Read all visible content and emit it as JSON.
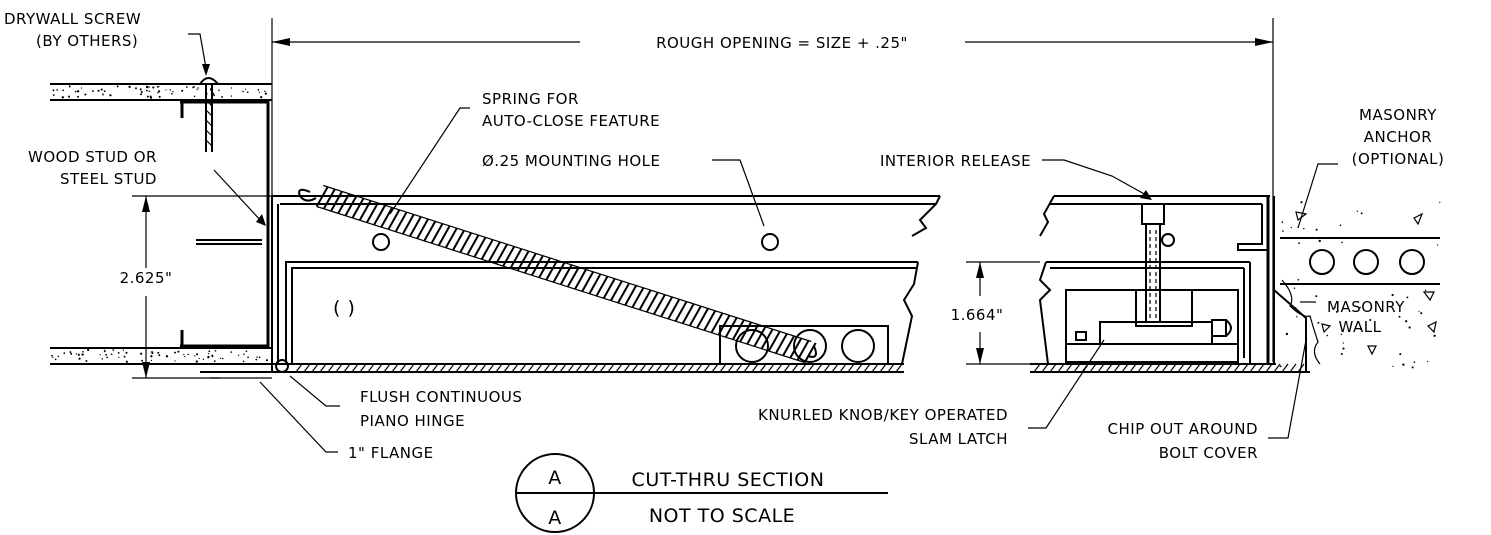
{
  "labels": {
    "drywall_screw_1": "DRYWALL SCREW",
    "drywall_screw_2": "(BY OTHERS)",
    "wood_stud_1": "WOOD STUD OR",
    "wood_stud_2": "STEEL STUD",
    "rough_opening": "ROUGH OPENING = SIZE + .25\"",
    "spring_1": "SPRING FOR",
    "spring_2": "AUTO-CLOSE FEATURE",
    "mounting_hole": "Ø.25 MOUNTING HOLE",
    "interior_release": "INTERIOR RELEASE",
    "masonry_anchor_1": "MASONRY",
    "masonry_anchor_2": "ANCHOR",
    "masonry_anchor_3": "(OPTIONAL)",
    "masonry_wall_1": "MASONRY",
    "masonry_wall_2": "WALL",
    "dim_2625": "2.625\"",
    "dim_1664": "1.664\"",
    "piano_hinge_1": "FLUSH CONTINUOUS",
    "piano_hinge_2": "PIANO HINGE",
    "flange": "1\" FLANGE",
    "slam_latch_1": "KNURLED KNOB/KEY OPERATED",
    "slam_latch_2": "SLAM LATCH",
    "chip_out_1": "CHIP OUT AROUND",
    "chip_out_2": "BOLT COVER"
  },
  "section": {
    "letter_top": "A",
    "letter_bottom": "A",
    "title": "CUT-THRU SECTION",
    "subtitle": "NOT TO SCALE"
  }
}
